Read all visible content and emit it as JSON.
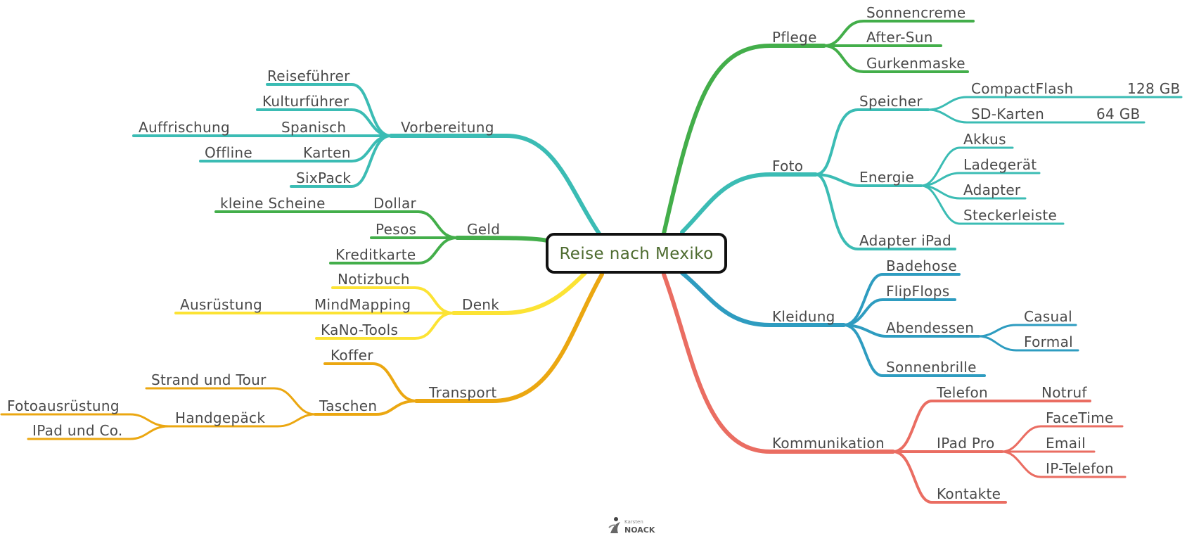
{
  "colors": {
    "pflege": "#43ae4a",
    "foto": "#3bbcb4",
    "kleidung": "#2e9cc0",
    "kommunikation": "#ea6d62",
    "vorbereitung": "#3bbcb4",
    "geld": "#43ae4a",
    "denk": "#fce334",
    "transport": "#eba711"
  },
  "mindmap": {
    "root": "Reise nach Mexiko",
    "logo": {
      "top": "Karsten",
      "bottom": "NOACK"
    },
    "pflege": {
      "label": "Pflege",
      "children": [
        "Sonnencreme",
        "After-Sun",
        "Gurkenmaske"
      ]
    },
    "foto": {
      "label": "Foto",
      "speicher": {
        "label": "Speicher",
        "compactflash": "CompactFlash",
        "cf_size": "128 GB",
        "sd": "SD-Karten",
        "sd_size": "64 GB"
      },
      "energie": {
        "label": "Energie",
        "children": [
          "Akkus",
          "Ladegerät",
          "Adapter",
          "Steckerleiste"
        ]
      },
      "adapter_ipad": "Adapter iPad"
    },
    "kleidung": {
      "label": "Kleidung",
      "badehose": "Badehose",
      "flipflops": "FlipFlops",
      "abendessen": {
        "label": "Abendessen",
        "children": [
          "Casual",
          "Formal"
        ]
      },
      "sonnenbrille": "Sonnenbrille"
    },
    "kommunikation": {
      "label": "Kommunikation",
      "telefon": {
        "label": "Telefon",
        "notruf": "Notruf"
      },
      "ipadpro": {
        "label": "IPad Pro",
        "children": [
          "FaceTime",
          "Email",
          "IP-Telefon"
        ]
      },
      "kontakte": "Kontakte"
    },
    "vorbereitung": {
      "label": "Vorbereitung",
      "reisefuehrer": "Reiseführer",
      "kulturfuehrer": "Kulturführer",
      "spanisch": {
        "label": "Spanisch",
        "child": "Auffrischung"
      },
      "karten": {
        "label": "Karten",
        "child": "Offline"
      },
      "sixpack": "SixPack"
    },
    "geld": {
      "label": "Geld",
      "dollar": {
        "label": "Dollar",
        "child": "kleine Scheine"
      },
      "pesos": "Pesos",
      "kreditkarte": "Kreditkarte"
    },
    "denk": {
      "label": "Denk",
      "notizbuch": "Notizbuch",
      "mindmapping": {
        "label": "MindMapping",
        "child": "Ausrüstung"
      },
      "kanotools": "KaNo-Tools"
    },
    "transport": {
      "label": "Transport",
      "koffer": "Koffer",
      "taschen": {
        "label": "Taschen",
        "strand": "Strand und Tour",
        "handgepaeck": {
          "label": "Handgepäck",
          "children": [
            "Fotoausrüstung",
            "IPad und Co."
          ]
        }
      }
    }
  }
}
